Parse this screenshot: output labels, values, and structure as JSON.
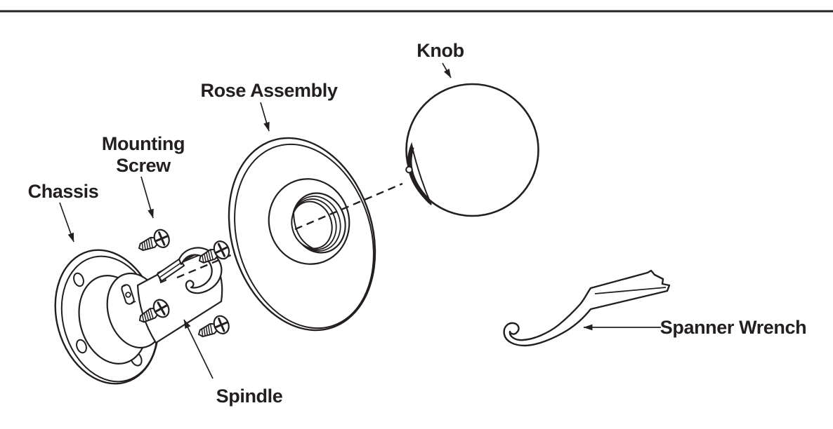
{
  "diagram_type": "exploded-assembly",
  "colors": {
    "ink": "#231f20",
    "background": "#ffffff"
  },
  "parts": [
    {
      "id": "knob",
      "label": "Knob"
    },
    {
      "id": "rose-assembly",
      "label": "Rose Assembly"
    },
    {
      "id": "mounting-screw",
      "label": "Mounting Screw",
      "label_lines": [
        "Mounting",
        "Screw"
      ]
    },
    {
      "id": "chassis",
      "label": "Chassis"
    },
    {
      "id": "spindle",
      "label": "Spindle"
    },
    {
      "id": "spanner-wrench",
      "label": "Spanner Wrench"
    }
  ]
}
